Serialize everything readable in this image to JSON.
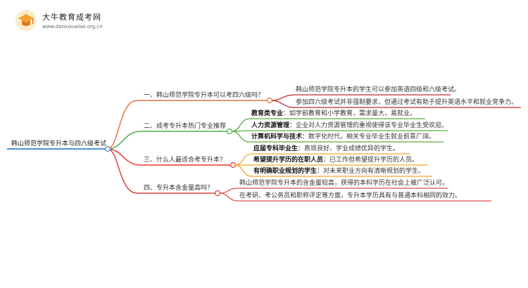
{
  "logo": {
    "title": "大牛教育成考网",
    "site": "www.daniuxueiao.org.cn"
  },
  "root": "韩山师范学院专升本与四六级考试",
  "branches": [
    {
      "label": "一、韩山师范学院专升本可以考四六级吗？",
      "leaves": [
        {
          "text": "韩山师范学院专升本的学生可以参加英语四级和六级考试。"
        },
        {
          "text": "参加四六级考试并非强制要求，但通过考试有助于提升英语水平和就业竞争力。"
        }
      ]
    },
    {
      "label": "二、成考专升本热门专业推荐",
      "leaves": [
        {
          "bold": "教育类专业",
          "text": "：如学前教育和小学教育，需求量大，易就业。"
        },
        {
          "bold": "人力资源管理",
          "text": "：企业对人力资源管理的重视使得该专业毕业生受欢迎。"
        },
        {
          "bold": "计算机科学与技术",
          "text": "：数字化时代，相关专业毕业生就业前景广阔。"
        }
      ]
    },
    {
      "label": "三、什么人最适合考专升本？",
      "leaves": [
        {
          "bold": "应届专科毕业生",
          "text": "：表现良好、学业成绩优异的学生。"
        },
        {
          "bold": "希望提升学历的在职人员",
          "text": "：已工作但希望提升学历的人员。"
        },
        {
          "bold": "有明确职业规划的学生",
          "text": "：对未来职业方向有清晰规划的学生。"
        }
      ]
    },
    {
      "label": "四、专升本含金量高吗？",
      "leaves": [
        {
          "text": "韩山师范学院专升本的含金量较高，获得的本科学历在社会上被广泛认可。"
        },
        {
          "text": "在考研、考公务员和职称评定等方面，专升本学历具有与普通本科相同的效力。"
        }
      ]
    }
  ],
  "colors": {
    "root": "#4a90d9",
    "branch1": "#e8743b",
    "branch2": "#4caf50",
    "branch3": "#e53935",
    "branch4": "#d84343",
    "leaf1": "#c62828",
    "leaf2": "#5aaa3c",
    "leaf3": "#f5a623",
    "leaf4": "#e05050"
  }
}
